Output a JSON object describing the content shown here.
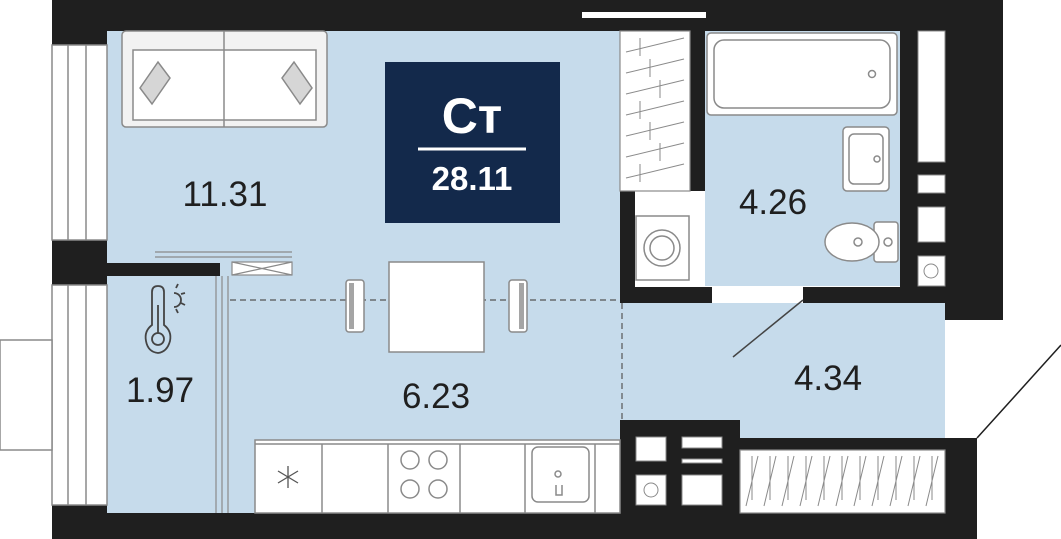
{
  "plan": {
    "colors": {
      "wall": "#1f1f1f",
      "floor": "#c6dbeb",
      "badge": "#13294b",
      "fixture_stroke": "#8a8a8a",
      "background": "#ffffff"
    },
    "badge": {
      "type": "Ст",
      "total_area": "28.11"
    },
    "rooms": [
      {
        "id": "living",
        "area": "11.31"
      },
      {
        "id": "balcony",
        "area": "1.97"
      },
      {
        "id": "kitchen",
        "area": "6.23"
      },
      {
        "id": "bathroom",
        "area": "4.26"
      },
      {
        "id": "hallway",
        "area": "4.34"
      }
    ],
    "icons": {
      "balcony": "thermometer-sun-icon",
      "kitchen_fridge": "snowflake-icon"
    }
  }
}
